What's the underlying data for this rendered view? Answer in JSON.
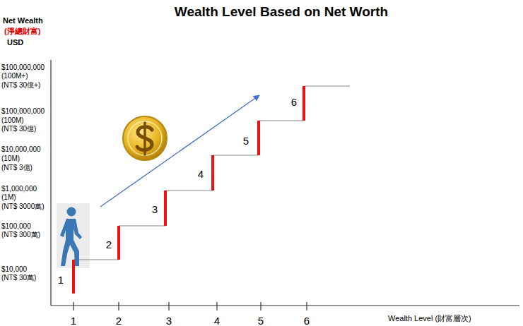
{
  "diagram": {
    "title": "Wealth Level Based on Net Worth",
    "labels": [
      "Net Wealth",
      "(淨總財富)",
      "USD",
      "$100,000,000",
      "(100M+)",
      "(NT$ 30億+)",
      "$100,000,000",
      "(100M)",
      "(NT$ 30億)",
      "$10,000,000",
      "(10M)",
      "(NT$ 3億)",
      "$1,000,000",
      "(1M)",
      "(NT$ 3000萬)",
      "$100,000",
      "(NT$ 300萬)",
      "$10,000",
      "(NT$ 30萬)",
      "1",
      "2",
      "3",
      "4",
      "5",
      "6",
      "1",
      "2",
      "3",
      "4",
      "5",
      "6",
      "Wealth Level (財富層次)"
    ]
  }
}
